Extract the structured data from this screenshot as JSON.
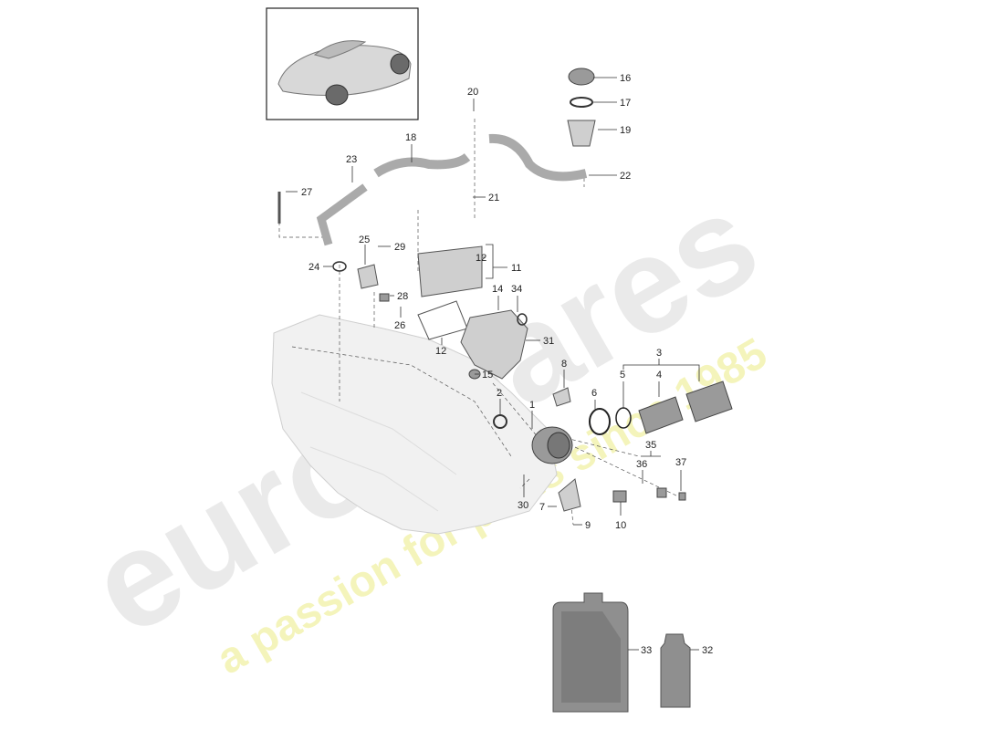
{
  "parts": {
    "p1": "1",
    "p2": "2",
    "p3": "3",
    "p4": "4",
    "p5": "5",
    "p6": "6",
    "p7": "7",
    "p8": "8",
    "p9": "9",
    "p10": "10",
    "p11": "11",
    "p12a": "12",
    "p12b": "12",
    "p14": "14",
    "p15": "15",
    "p16": "16",
    "p17": "17",
    "p18": "18",
    "p19": "19",
    "p20": "20",
    "p21": "21",
    "p22": "22",
    "p23": "23",
    "p24": "24",
    "p25": "25",
    "p26": "26",
    "p27": "27",
    "p28": "28",
    "p29": "29",
    "p30": "30",
    "p31": "31",
    "p32": "32",
    "p33": "33",
    "p34": "34",
    "p35": "35",
    "p36": "36",
    "p37": "37"
  },
  "watermark": {
    "brand": "eurospares",
    "tagline": "a passion for parts since 1985"
  },
  "colors": {
    "watermark_brand": "#e6e6e6",
    "watermark_tagline": "#f3f3b0",
    "part_fill": "#cfcfcf",
    "engine_fill": "#f1f1f1"
  }
}
